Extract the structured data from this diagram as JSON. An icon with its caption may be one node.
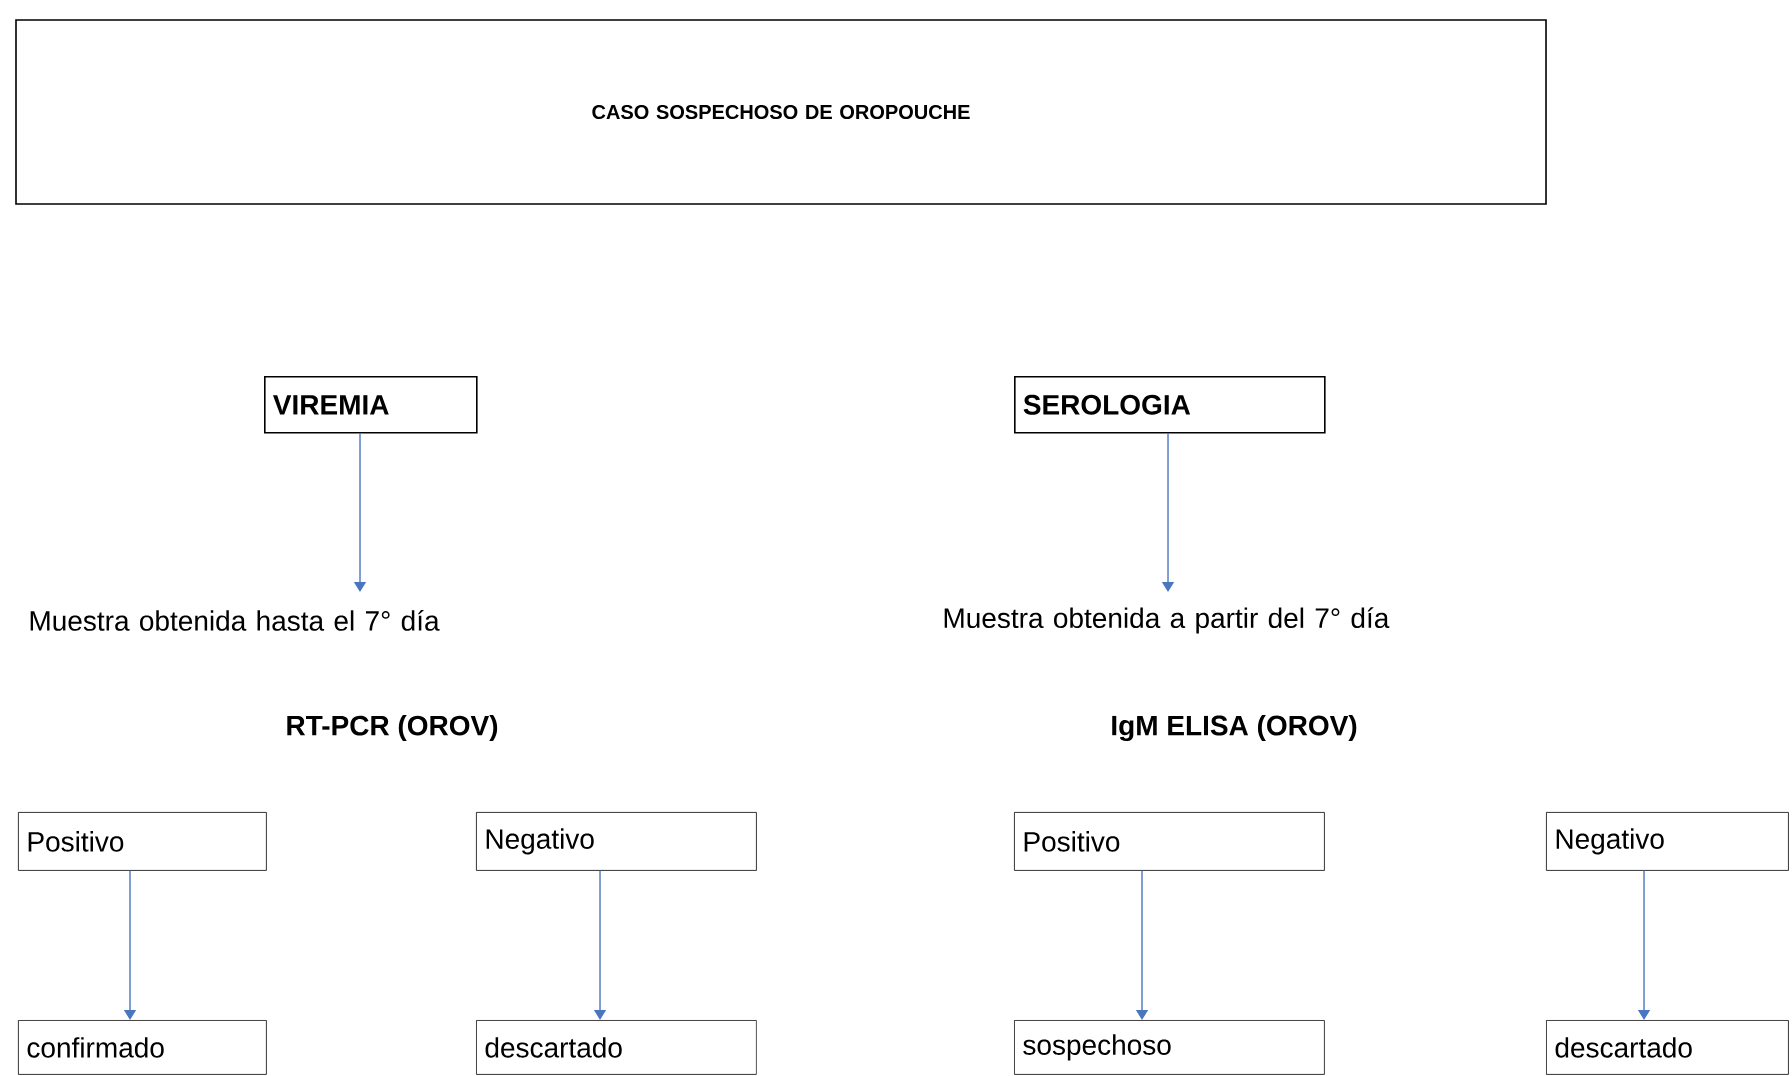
{
  "diagram": {
    "nodes": [
      {
        "text": [
          "CASO SOSPECHOSO DE OROPOUCHE"
        ]
      },
      {
        "text": [
          "VIREMIA"
        ]
      },
      {
        "text": [
          "SEROLOGIA"
        ]
      },
      {
        "text": [
          "Muestra obtenida hasta el 7° día"
        ]
      },
      {
        "text": [
          "Muestra obtenida a partir del 7° día"
        ]
      },
      {
        "text": [
          "Positivo"
        ]
      },
      {
        "text": [
          "Negativo"
        ]
      },
      {
        "text": [
          "Positivo"
        ]
      },
      {
        "text": [
          "Negativo"
        ]
      },
      {
        "text": [
          "confirmado"
        ]
      },
      {
        "text": [
          "descartado"
        ]
      },
      {
        "text": [
          "sospechoso"
        ]
      },
      {
        "text": [
          "descartado"
        ]
      }
    ],
    "edges": [
      {
        "from": 1,
        "to": 3,
        "arrow": "to"
      },
      {
        "from": 2,
        "to": 4,
        "arrow": "to"
      },
      {
        "from": 5,
        "to": 9,
        "arrow": "to"
      },
      {
        "from": 6,
        "to": 10,
        "arrow": "to"
      },
      {
        "from": 7,
        "to": 11,
        "arrow": "to"
      },
      {
        "from": 8,
        "to": 12,
        "arrow": "to"
      }
    ],
    "labels": [
      "RT-PCR (OROV)",
      "IgM ELISA (OROV)"
    ]
  }
}
